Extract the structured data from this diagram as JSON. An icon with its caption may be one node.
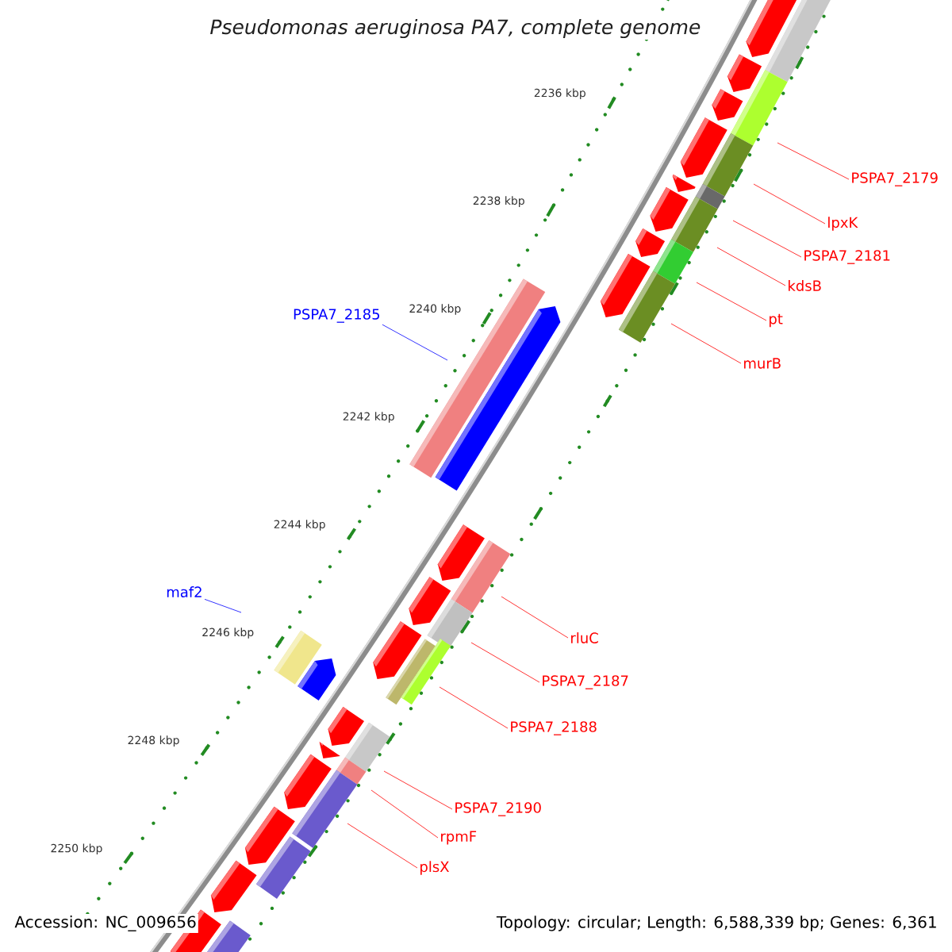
{
  "diagram": {
    "title": "Pseudomonas aeruginosa PA7, complete genome",
    "nodes": [
      {
        "text": [
          "PSPA7_2179"
        ]
      },
      {
        "text": [
          "lpxK"
        ]
      },
      {
        "text": [
          "PSPA7_2181"
        ]
      },
      {
        "text": [
          "kdsB"
        ]
      },
      {
        "text": [
          "PSPA7_2185"
        ]
      },
      {
        "text": [
          "pt"
        ]
      },
      {
        "text": [
          "murB"
        ]
      },
      {
        "text": [
          "maf2"
        ]
      },
      {
        "text": [
          "rluC"
        ]
      },
      {
        "text": [
          "PSPA7_2187"
        ]
      },
      {
        "text": [
          "PSPA7_2188"
        ]
      },
      {
        "text": [
          "PSPA7_2190"
        ]
      },
      {
        "text": [
          "rpmF"
        ]
      },
      {
        "text": [
          "plsX"
        ]
      }
    ],
    "edges": [
      {
        "from": 0,
        "to": null,
        "arrow": "none"
      },
      {
        "from": 1,
        "to": null,
        "arrow": "none"
      },
      {
        "from": 2,
        "to": null,
        "arrow": "none"
      },
      {
        "from": 3,
        "to": null,
        "arrow": "none"
      },
      {
        "from": 4,
        "to": null,
        "arrow": "none",
        "color": "#0000ff"
      },
      {
        "from": 5,
        "to": null,
        "arrow": "none"
      },
      {
        "from": 6,
        "to": null,
        "arrow": "none"
      },
      {
        "from": 7,
        "to": null,
        "arrow": "none",
        "color": "#0000ff"
      },
      {
        "from": 8,
        "to": null,
        "arrow": "none"
      },
      {
        "from": 9,
        "to": null,
        "arrow": "none"
      },
      {
        "from": 10,
        "to": null,
        "arrow": "none"
      },
      {
        "from": 11,
        "to": null,
        "arrow": "none"
      },
      {
        "from": 12,
        "to": null,
        "arrow": "none"
      },
      {
        "from": 13,
        "to": null,
        "arrow": "none"
      }
    ],
    "labels": [
      "2236 kbp",
      "2238 kbp",
      "2240 kbp",
      "2242 kbp",
      "2244 kbp",
      "2246 kbp",
      "2248 kbp",
      "2250 kbp",
      "Accession: NC_009656",
      "Topology: circular; Length: 6,588,339 bp; Genes: 6,361"
    ]
  }
}
